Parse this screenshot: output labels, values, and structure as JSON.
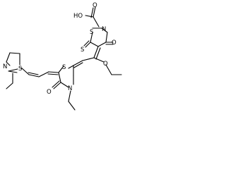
{
  "molecule": {
    "atom_labels": {
      "ho": "HO",
      "o_acid": "O",
      "n_rhodanine": "N",
      "s_thione": "S",
      "s_rhodanine_ring": "S",
      "o_rhodanine": "O",
      "o_ethoxy": "O",
      "s_middle_ring": "S",
      "n_middle_ring": "N",
      "o_middle": "O",
      "s_thiazolidine": "S",
      "n_thiazolidine": "N"
    }
  }
}
